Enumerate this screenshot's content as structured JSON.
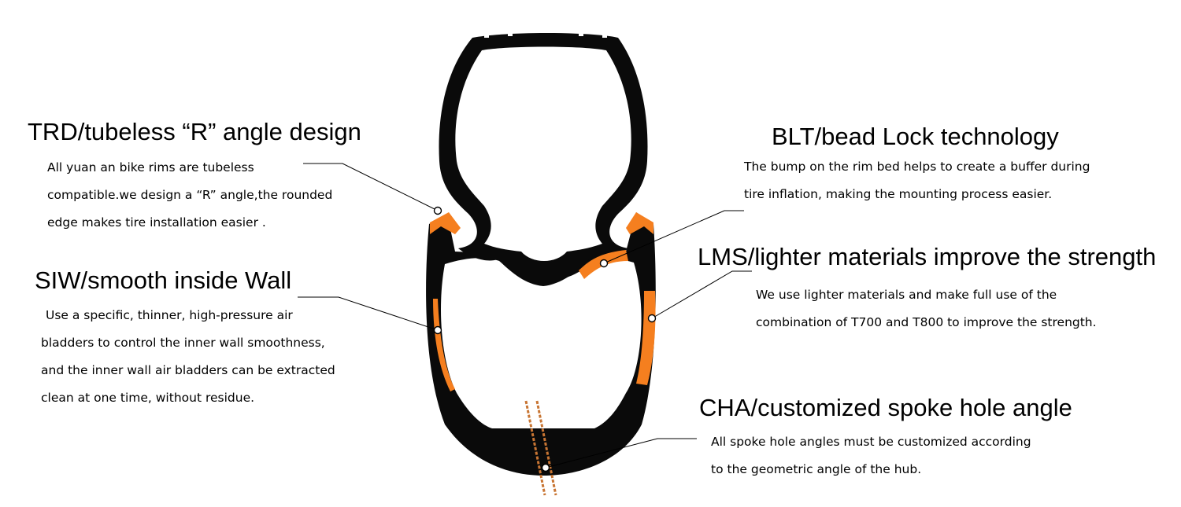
{
  "colors": {
    "carbon": "#0a0a0a",
    "accent": "#f57f1f",
    "spoke": "#c87533",
    "text": "#000000"
  },
  "callouts": [
    {
      "id": "trd",
      "title": "TRD/tubeless “R” angle design",
      "lines": [
        "All yuan an bike rims are tubeless",
        "compatible.we design a “R” angle,the rounded",
        "edge makes tire installation easier ."
      ]
    },
    {
      "id": "siw",
      "title": "SIW/smooth inside Wall",
      "lines": [
        "Use a specific, thinner, high-pressure air",
        "bladders to control the inner wall smoothness,",
        "and the inner wall air bladders can be extracted",
        "clean at one time, without residue."
      ]
    },
    {
      "id": "blt",
      "title": "BLT/bead Lock technology",
      "lines": [
        "The bump on the rim bed helps to create a buffer during",
        "tire inflation, making the mounting process easier."
      ]
    },
    {
      "id": "lms",
      "title": "LMS/lighter materials improve the strength",
      "lines": [
        "We use lighter materials and make full use of the",
        "combination of T700 and T800 to improve the strength."
      ]
    },
    {
      "id": "cha",
      "title": "CHA/customized spoke hole angle",
      "lines": [
        "All spoke hole angles must be customized according",
        "to the geometric angle of the hub."
      ]
    }
  ]
}
